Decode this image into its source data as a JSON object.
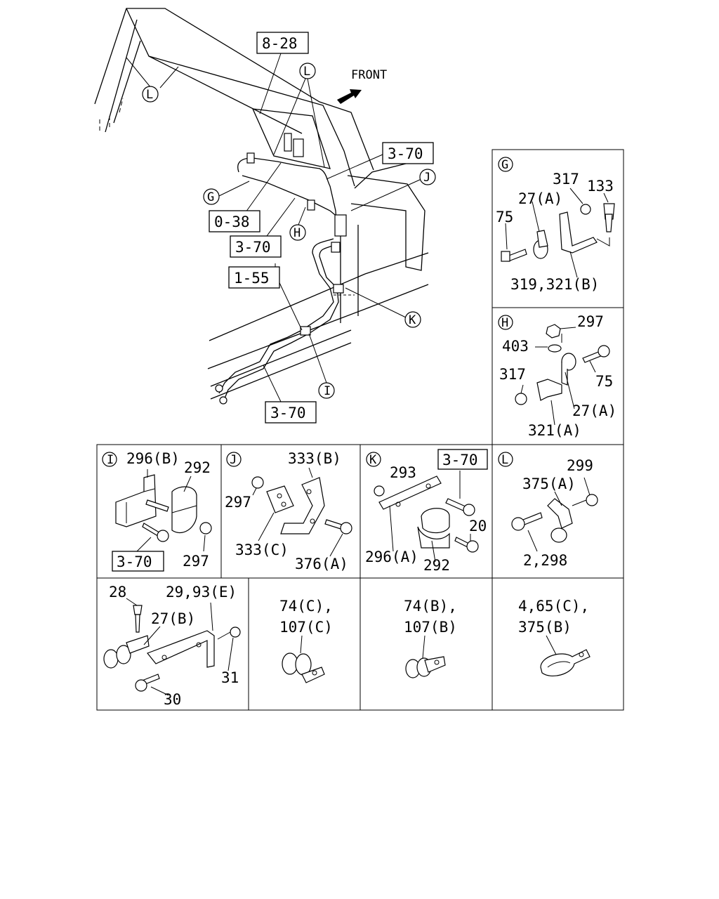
{
  "main_view": {
    "front_label": "FRONT",
    "refs": {
      "r_8_28": "8-28",
      "r_3_70_top": "3-70",
      "r_0_38": "0-38",
      "r_3_70_mid": "3-70",
      "r_1_55": "1-55",
      "r_3_70_bot": "3-70"
    },
    "callouts": {
      "L_top": "L",
      "L_left": "L",
      "G": "G",
      "H": "H",
      "J": "J",
      "K": "K",
      "I": "I"
    }
  },
  "detail_G": {
    "letter": "G",
    "labels": {
      "p317": "317",
      "p133": "133",
      "p27a": "27(A)",
      "p75": "75",
      "p319": "319,321(B)"
    }
  },
  "detail_H": {
    "letter": "H",
    "labels": {
      "p297": "297",
      "p403": "403",
      "p317": "317",
      "p75": "75",
      "p27a": "27(A)",
      "p321a": "321(A)"
    }
  },
  "detail_I": {
    "letter": "I",
    "labels": {
      "p296b": "296(B)",
      "p292": "292",
      "ref": "3-70",
      "p297": "297"
    }
  },
  "detail_J": {
    "letter": "J",
    "labels": {
      "p333b": "333(B)",
      "p297": "297",
      "p333c": "333(C)",
      "p376a": "376(A)"
    }
  },
  "detail_K": {
    "letter": "K",
    "labels": {
      "p293": "293",
      "ref": "3-70",
      "p20": "20",
      "p296a": "296(A)",
      "p292": "292"
    }
  },
  "detail_L": {
    "letter": "L",
    "labels": {
      "p299": "299",
      "p375a": "375(A)",
      "p2_298": "2,298"
    }
  },
  "detail_28": {
    "labels": {
      "p28": "28",
      "p29": "29,93(E)",
      "p27b": "27(B)",
      "p31": "31",
      "p30": "30"
    }
  },
  "detail_74c": {
    "labels": {
      "l1": "74(C),",
      "l2": "107(C)"
    }
  },
  "detail_74b": {
    "labels": {
      "l1": "74(B),",
      "l2": "107(B)"
    }
  },
  "detail_4": {
    "labels": {
      "l1": "4,65(C),",
      "l2": "375(B)"
    }
  }
}
